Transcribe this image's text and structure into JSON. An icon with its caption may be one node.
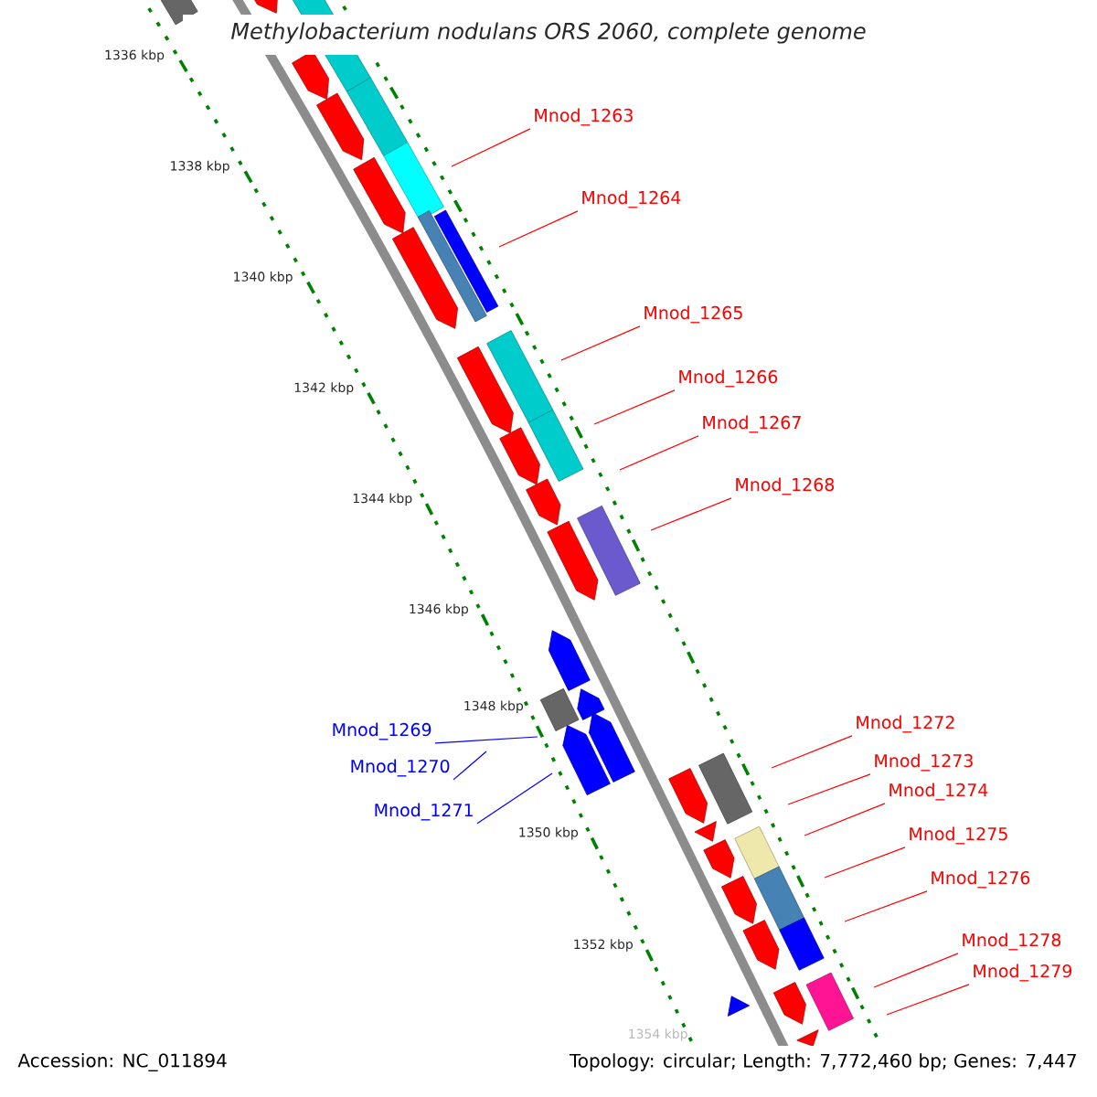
{
  "diagram": {
    "title": "Methylobacterium nodulans ORS 2060, complete genome",
    "nodes": [
      {
        "text": [
          "Mnod_1263"
        ]
      },
      {
        "text": [
          "Mnod_1264"
        ]
      },
      {
        "text": [
          "Mnod_1265"
        ]
      },
      {
        "text": [
          "Mnod_1266"
        ]
      },
      {
        "text": [
          "Mnod_1267"
        ]
      },
      {
        "text": [
          "Mnod_1268"
        ]
      },
      {
        "text": [
          "Mnod_1272"
        ]
      },
      {
        "text": [
          "Mnod_1269"
        ]
      },
      {
        "text": [
          "Mnod_1273"
        ]
      },
      {
        "text": [
          "Mnod_1270"
        ]
      },
      {
        "text": [
          "Mnod_1274"
        ]
      },
      {
        "text": [
          "Mnod_1271"
        ]
      },
      {
        "text": [
          "Mnod_1275"
        ]
      },
      {
        "text": [
          "Mnod_1276"
        ]
      },
      {
        "text": [
          "Mnod_1278"
        ]
      },
      {
        "text": [
          "Mnod_1279"
        ]
      }
    ],
    "edges": [
      {
        "from": 0,
        "to": null,
        "arrow": "none"
      },
      {
        "from": 1,
        "to": null,
        "arrow": "none"
      },
      {
        "from": 2,
        "to": null,
        "arrow": "none"
      },
      {
        "from": 3,
        "to": null,
        "arrow": "none"
      },
      {
        "from": 4,
        "to": null,
        "arrow": "none"
      },
      {
        "from": 5,
        "to": null,
        "arrow": "none"
      },
      {
        "from": 6,
        "to": null,
        "arrow": "none"
      },
      {
        "from": 7,
        "to": null,
        "arrow": "none",
        "color": "#0000ff"
      },
      {
        "from": 8,
        "to": null,
        "arrow": "none"
      },
      {
        "from": 9,
        "to": null,
        "arrow": "none",
        "color": "#0000ff"
      },
      {
        "from": 10,
        "to": null,
        "arrow": "none"
      },
      {
        "from": 11,
        "to": null,
        "arrow": "none",
        "color": "#0000ff"
      },
      {
        "from": 12,
        "to": null,
        "arrow": "none"
      },
      {
        "from": 13,
        "to": null,
        "arrow": "none"
      },
      {
        "from": 14,
        "to": null,
        "arrow": "none"
      },
      {
        "from": 15,
        "to": null,
        "arrow": "none"
      }
    ],
    "labels": [
      "1336 kbp",
      "1338 kbp",
      "1340 kbp",
      "1342 kbp",
      "1344 kbp",
      "1346 kbp",
      "1348 kbp",
      "1350 kbp",
      "1352 kbp",
      "1354 kbp",
      "Accession: NC_011894",
      "Topology: circular; Length: 7,772,460 bp; Genes: 7,447"
    ]
  }
}
